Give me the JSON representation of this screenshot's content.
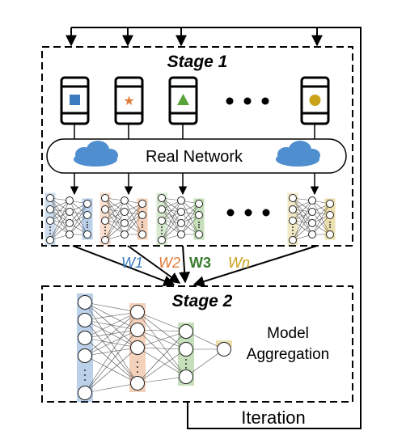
{
  "stage1": {
    "title": "Stage 1"
  },
  "stage2": {
    "title": "Stage 2"
  },
  "network_label": "Real Network",
  "aggregation_label": [
    "Model",
    "Aggregation"
  ],
  "iteration_label": "Iteration",
  "weights": [
    {
      "text": "W1",
      "color": "#3c7bbf"
    },
    {
      "text": "W2",
      "color": "#e07b39"
    },
    {
      "text": "W3",
      "color": "#3a7a2e"
    },
    {
      "text": "Wn",
      "color": "#c9a21a"
    }
  ],
  "phones": [
    {
      "icon": "square-icon",
      "color": "#3c7bbf"
    },
    {
      "icon": "star-icon",
      "color": "#e07b39"
    },
    {
      "icon": "triangle-icon",
      "color": "#5aa33a"
    },
    {
      "icon": "circle-icon",
      "color": "#c9a21a"
    }
  ],
  "colors": {
    "blue": "#3c7bbf",
    "orange": "#e07b39",
    "green": "#5aa33a",
    "yellow": "#c9a21a",
    "cloud": "#4f8fd0"
  }
}
